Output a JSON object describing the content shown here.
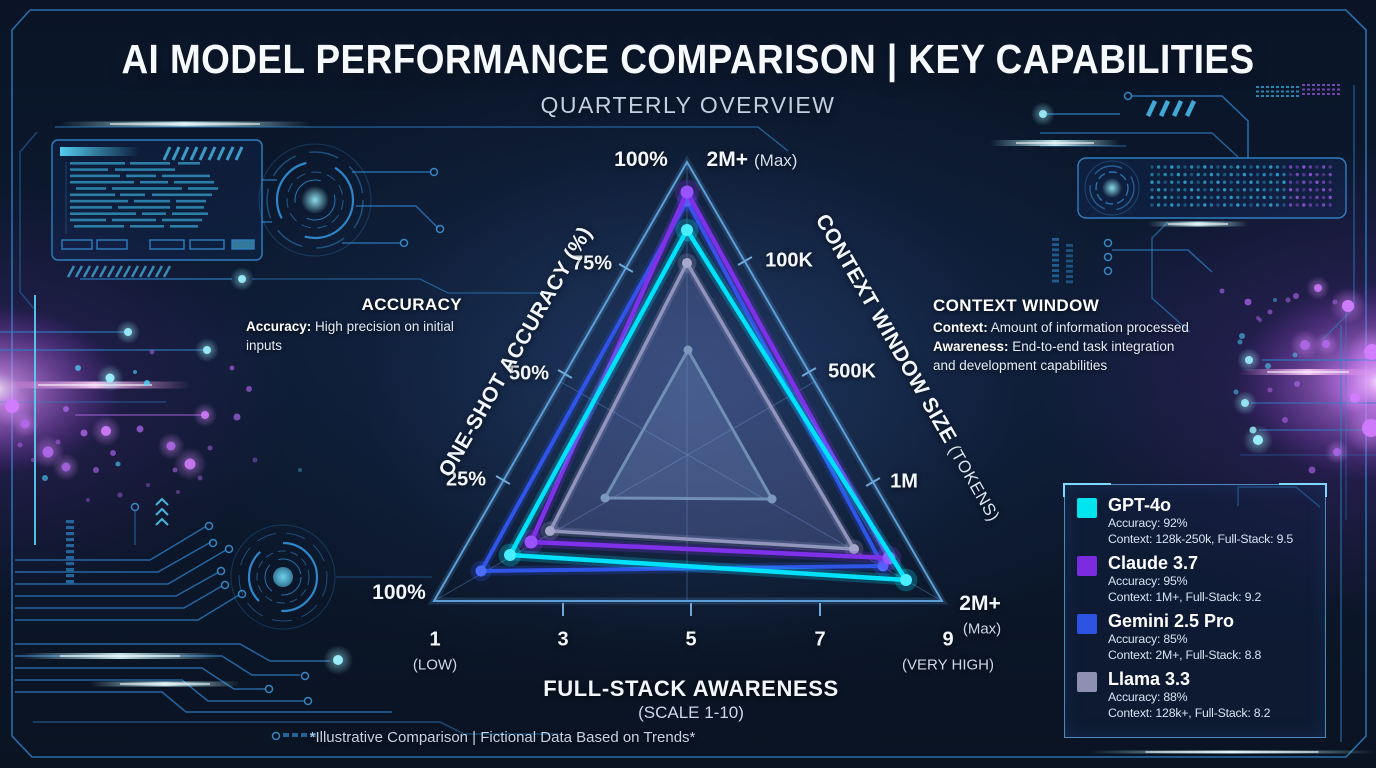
{
  "header": {
    "title": "AI MODEL PERFORMANCE COMPARISON | KEY CAPABILITIES",
    "subtitle": "QUARTERLY OVERVIEW"
  },
  "labels": {
    "acc_100_top": "100%",
    "ctx_top": "2M+",
    "ctx_top_sub": "(Max)",
    "acc_75": "75%",
    "acc_50": "50%",
    "acc_25": "25%",
    "acc_100_bottom": "100%",
    "ctx_100k": "100K",
    "ctx_500k": "500K",
    "ctx_1m": "1M",
    "ctx_2m_bottom": "2M+",
    "ctx_2m_bottom_sub": "(Max)",
    "axis_left_title": "ONE-SHOT ACCURACY (%)",
    "axis_right_title": "CONTEXT WINDOW SIZE",
    "axis_right_title_sub": " (TOKENS)",
    "fs_1": "1",
    "fs_1_sub": "(LOW)",
    "fs_3": "3",
    "fs_5": "5",
    "fs_7": "7",
    "fs_9": "9",
    "fs_9_sub": "(VERY HIGH)",
    "axis_bottom_title": "FULL-STACK AWARENESS",
    "axis_bottom_sub": "(SCALE 1-10)"
  },
  "annotations": {
    "left": {
      "heading": "ACCURACY",
      "lines": [
        {
          "b": "Accuracy:",
          "t": " High precision on initial"
        },
        {
          "b": "",
          "t": "inputs"
        }
      ]
    },
    "right": {
      "heading": "CONTEXT WINDOW",
      "lines": [
        {
          "b": "Context:",
          "t": " Amount of information processed"
        },
        {
          "b": "Awareness:",
          "t": " End-to-end task integration"
        },
        {
          "b": "",
          "t": "and development capabilities"
        }
      ]
    }
  },
  "legend": {
    "items": [
      {
        "name": "GPT-4o",
        "color": "#00e4f0",
        "line1": "Accuracy: 92%",
        "line2": "Context: 128k-250k, Full-Stack: 9.5"
      },
      {
        "name": "Claude 3.7",
        "color": "#7a2be0",
        "line1": "Accuracy: 95%",
        "line2": "Context: 1M+, Full-Stack: 9.2"
      },
      {
        "name": "Gemini 2.5 Pro",
        "color": "#2b52e0",
        "line1": "Accuracy: 85%",
        "line2": "Context: 2M+, Full-Stack: 8.8"
      },
      {
        "name": "Llama 3.3",
        "color": "#8e90b2",
        "line1": "Accuracy: 88%",
        "line2": "Context: 128k+, Full-Stack: 8.2"
      }
    ]
  },
  "footnote": "*Illustrative Comparison | Fictional Data Based on Trends*",
  "chart_data": {
    "type": "radar",
    "title": "AI Model Performance Comparison | Key Capabilities",
    "axes": [
      {
        "name": "One-Shot Accuracy (%)",
        "ticks": [
          "25%",
          "50%",
          "75%",
          "100%"
        ],
        "max_label": "100%"
      },
      {
        "name": "Context Window Size (tokens)",
        "ticks": [
          "100K",
          "500K",
          "1M",
          "2M+ (Max)"
        ],
        "max_label": "2M+ (Max)"
      },
      {
        "name": "Full-Stack Awareness (scale 1-10)",
        "ticks": [
          1,
          3,
          5,
          7,
          9
        ],
        "min_label": "1 (LOW)",
        "max_label": "9 (VERY HIGH)"
      }
    ],
    "series": [
      {
        "name": "GPT-4o",
        "color": "#00e2fb",
        "dot": "#49eeff",
        "accuracy_pct": 92,
        "context_window": "128k-250k",
        "full_stack": 9.5
      },
      {
        "name": "Claude 3.7",
        "color": "#7e31e8",
        "dot": "#9a52ff",
        "accuracy_pct": 95,
        "context_window": "1M+",
        "full_stack": 9.2
      },
      {
        "name": "Gemini 2.5 Pro",
        "color": "#2f55e8",
        "dot": "#4a6cff",
        "accuracy_pct": 85,
        "context_window": "2M+",
        "full_stack": 8.8
      },
      {
        "name": "Llama 3.3",
        "color": "#9194bd",
        "dot": "#a6a9cc",
        "accuracy_pct": 88,
        "context_window": "128k+",
        "full_stack": 8.2
      }
    ],
    "legend_position": "bottom-right",
    "render": {
      "outer": [
        [
          687,
          162
        ],
        [
          434,
          601
        ],
        [
          942,
          601
        ]
      ],
      "grid_lines": [
        [
          [
            687,
            162
          ],
          [
            687,
            601
          ]
        ],
        [
          [
            434,
            601
          ],
          [
            814,
            382
          ]
        ],
        [
          [
            942,
            601
          ],
          [
            561,
            382
          ]
        ]
      ],
      "inner_ring": {
        "points": [
          [
            688,
            350
          ],
          [
            605,
            498
          ],
          [
            772,
            499
          ]
        ],
        "stroke": "#6d95ad",
        "fill": "rgba(125,165,205,0.22)",
        "dot": "#7fa3b8",
        "r": 4.5
      },
      "polygons": [
        {
          "series": "Llama 3.3",
          "points": [
            [
              687,
              263
            ],
            [
              550,
              531
            ],
            [
              854,
              549
            ]
          ],
          "fill": "rgba(118,128,198,0.30)",
          "w": 3.5,
          "r": 5
        },
        {
          "series": "Gemini 2.5 Pro",
          "points": [
            [
              687,
              201
            ],
            [
              481,
              571
            ],
            [
              883,
              566
            ]
          ],
          "w": 4,
          "r": 5.5
        },
        {
          "series": "Claude 3.7",
          "points": [
            [
              687,
              192
            ],
            [
              531,
              542
            ],
            [
              889,
              558
            ]
          ],
          "w": 4.5,
          "r": 6.5
        },
        {
          "series": "GPT-4o",
          "points": [
            [
              687,
              230
            ],
            [
              510,
              555
            ],
            [
              906,
              580
            ]
          ],
          "w": 4.5,
          "r": 6
        }
      ],
      "edge_ticks": {
        "left": [
          [
            626,
            268
          ],
          [
            565,
            374
          ],
          [
            503,
            480
          ]
        ],
        "right": [
          [
            745,
            261
          ],
          [
            809,
            372
          ],
          [
            873,
            482
          ]
        ],
        "bottom": [
          [
            563,
            603
          ],
          [
            691,
            603
          ],
          [
            820,
            603
          ]
        ]
      }
    }
  }
}
